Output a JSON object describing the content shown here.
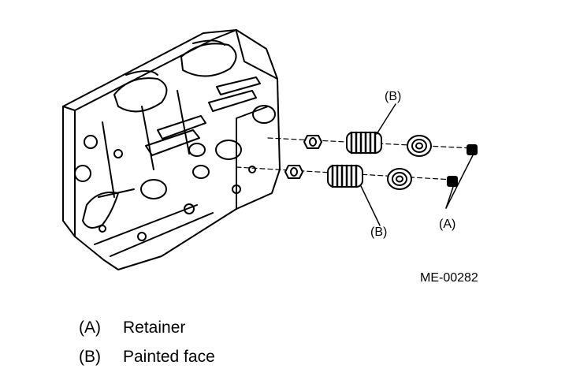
{
  "callouts": {
    "b_top": "(B)",
    "b_bottom": "(B)",
    "a": "(A)"
  },
  "figure_code": "ME-00282",
  "legend": [
    {
      "code": "(A)",
      "text": "Retainer"
    },
    {
      "code": "(B)",
      "text": "Painted face"
    }
  ]
}
